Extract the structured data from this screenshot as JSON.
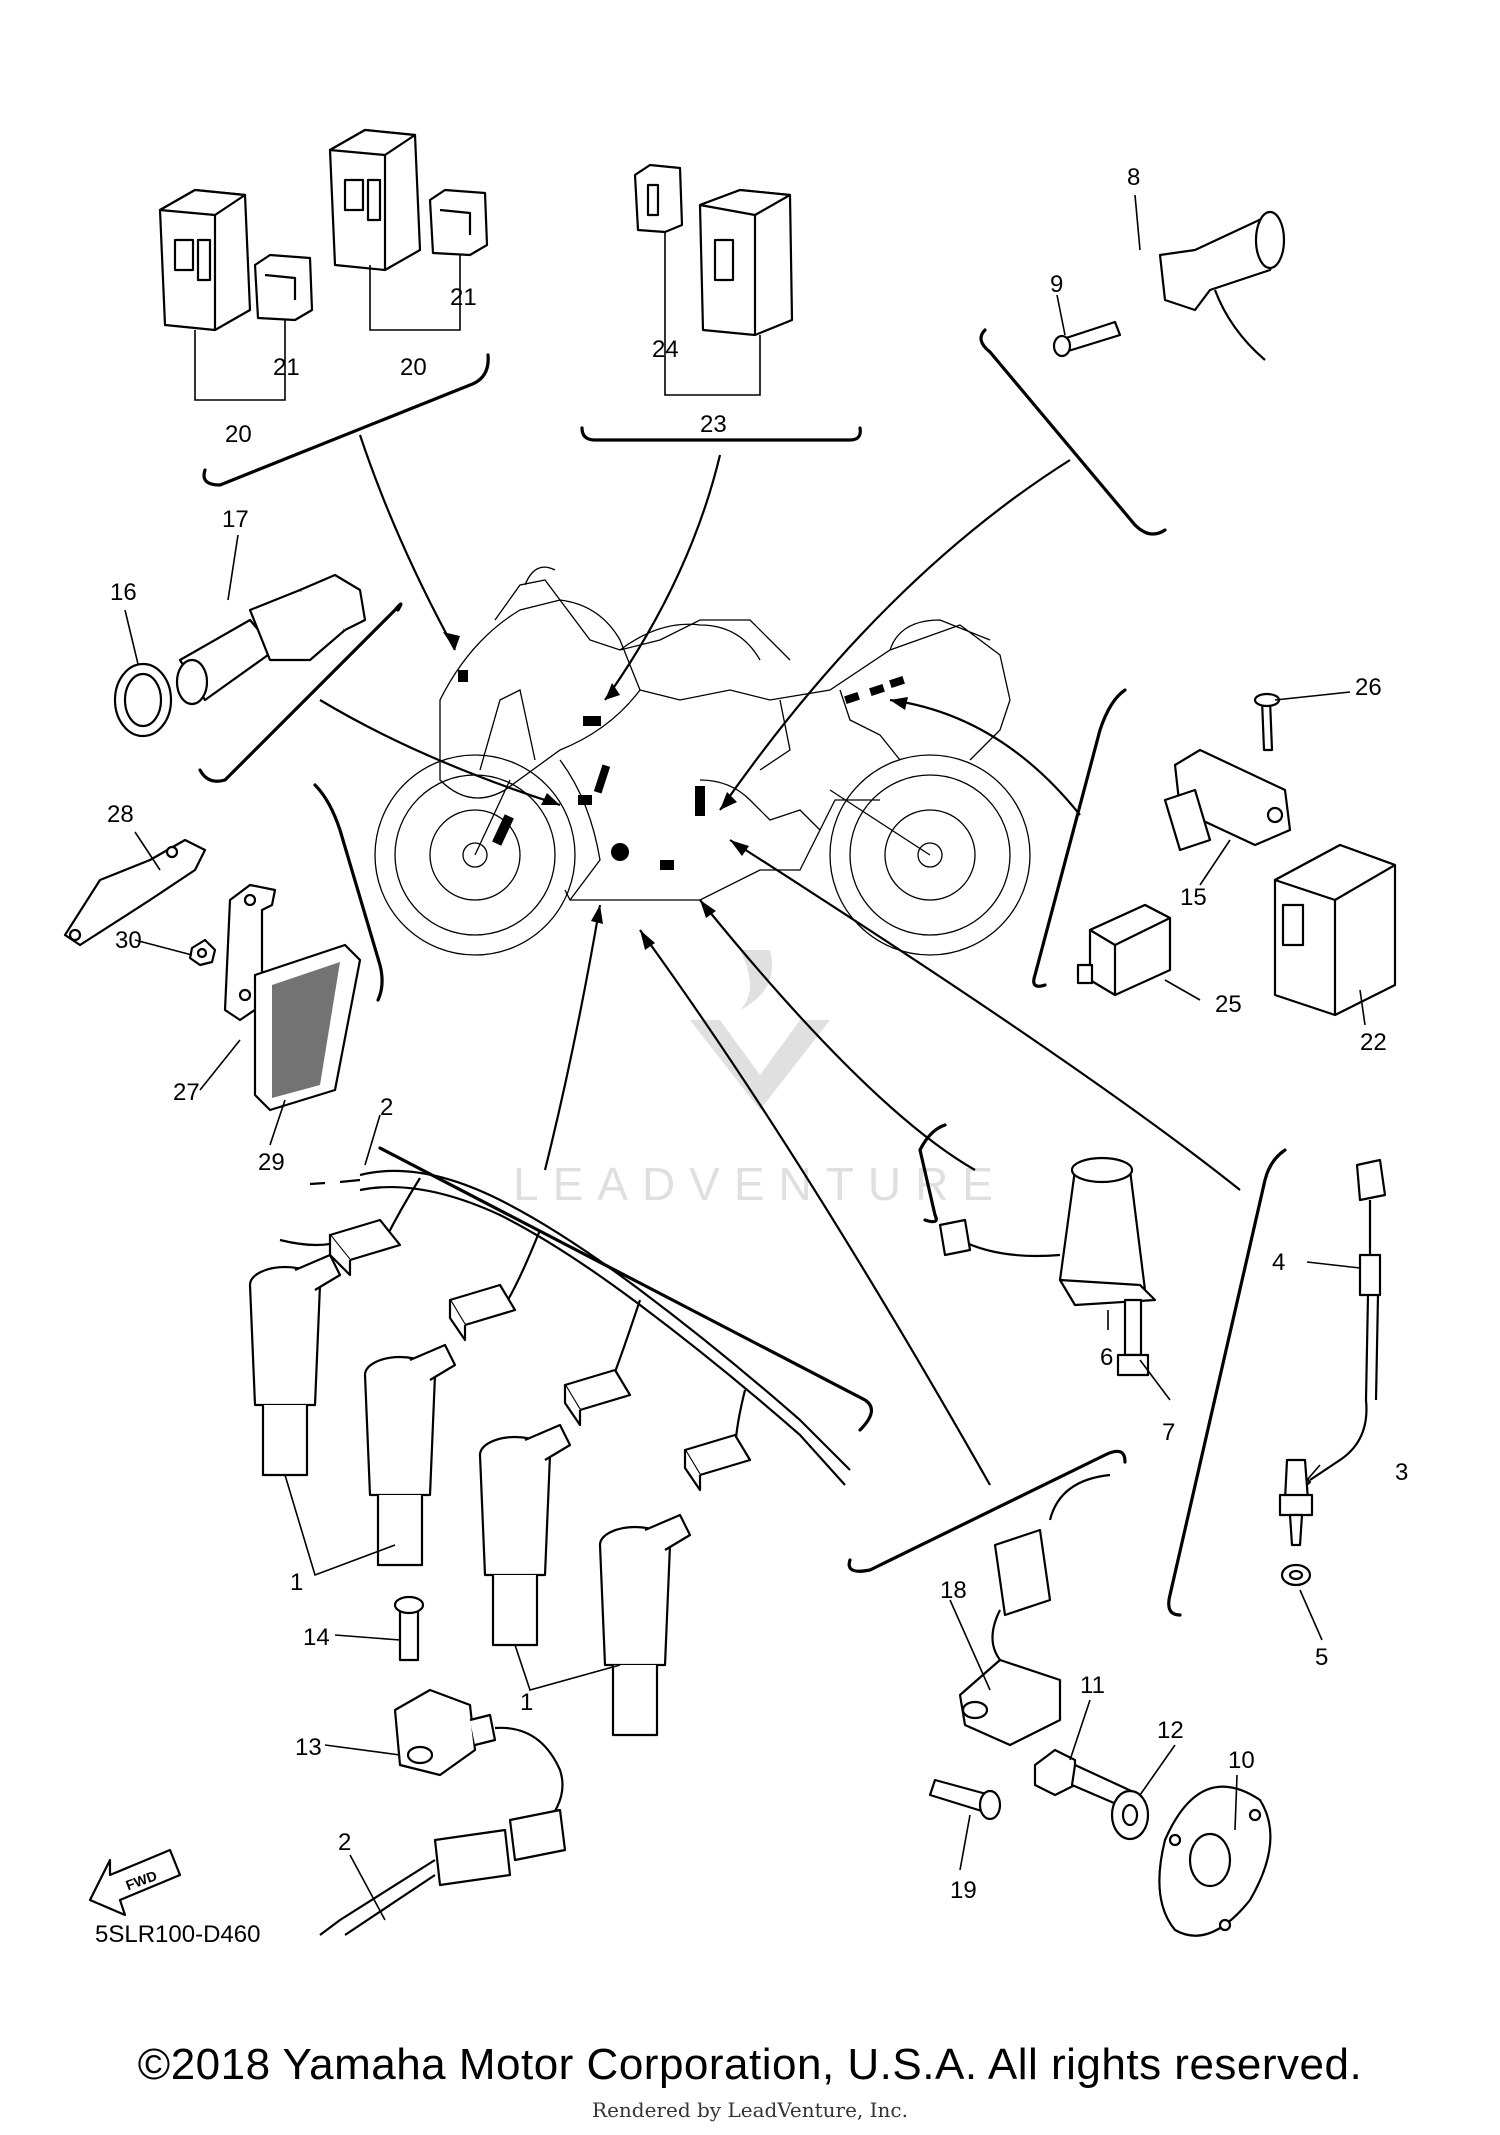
{
  "diagram": {
    "code": "5SLR100-D460",
    "fwd_label": "FWD",
    "watermark": "LEADVENTURE",
    "callouts": [
      "1",
      "1",
      "2",
      "2",
      "3",
      "4",
      "5",
      "6",
      "7",
      "8",
      "9",
      "10",
      "11",
      "12",
      "13",
      "14",
      "15",
      "16",
      "17",
      "18",
      "19",
      "20",
      "20",
      "21",
      "21",
      "22",
      "23",
      "24",
      "25",
      "26",
      "27",
      "28",
      "29",
      "30"
    ]
  },
  "footer": {
    "copyright": "©2018 Yamaha Motor Corporation, U.S.A. All rights reserved.",
    "rendered_by": "Rendered by LeadVenture, Inc."
  }
}
